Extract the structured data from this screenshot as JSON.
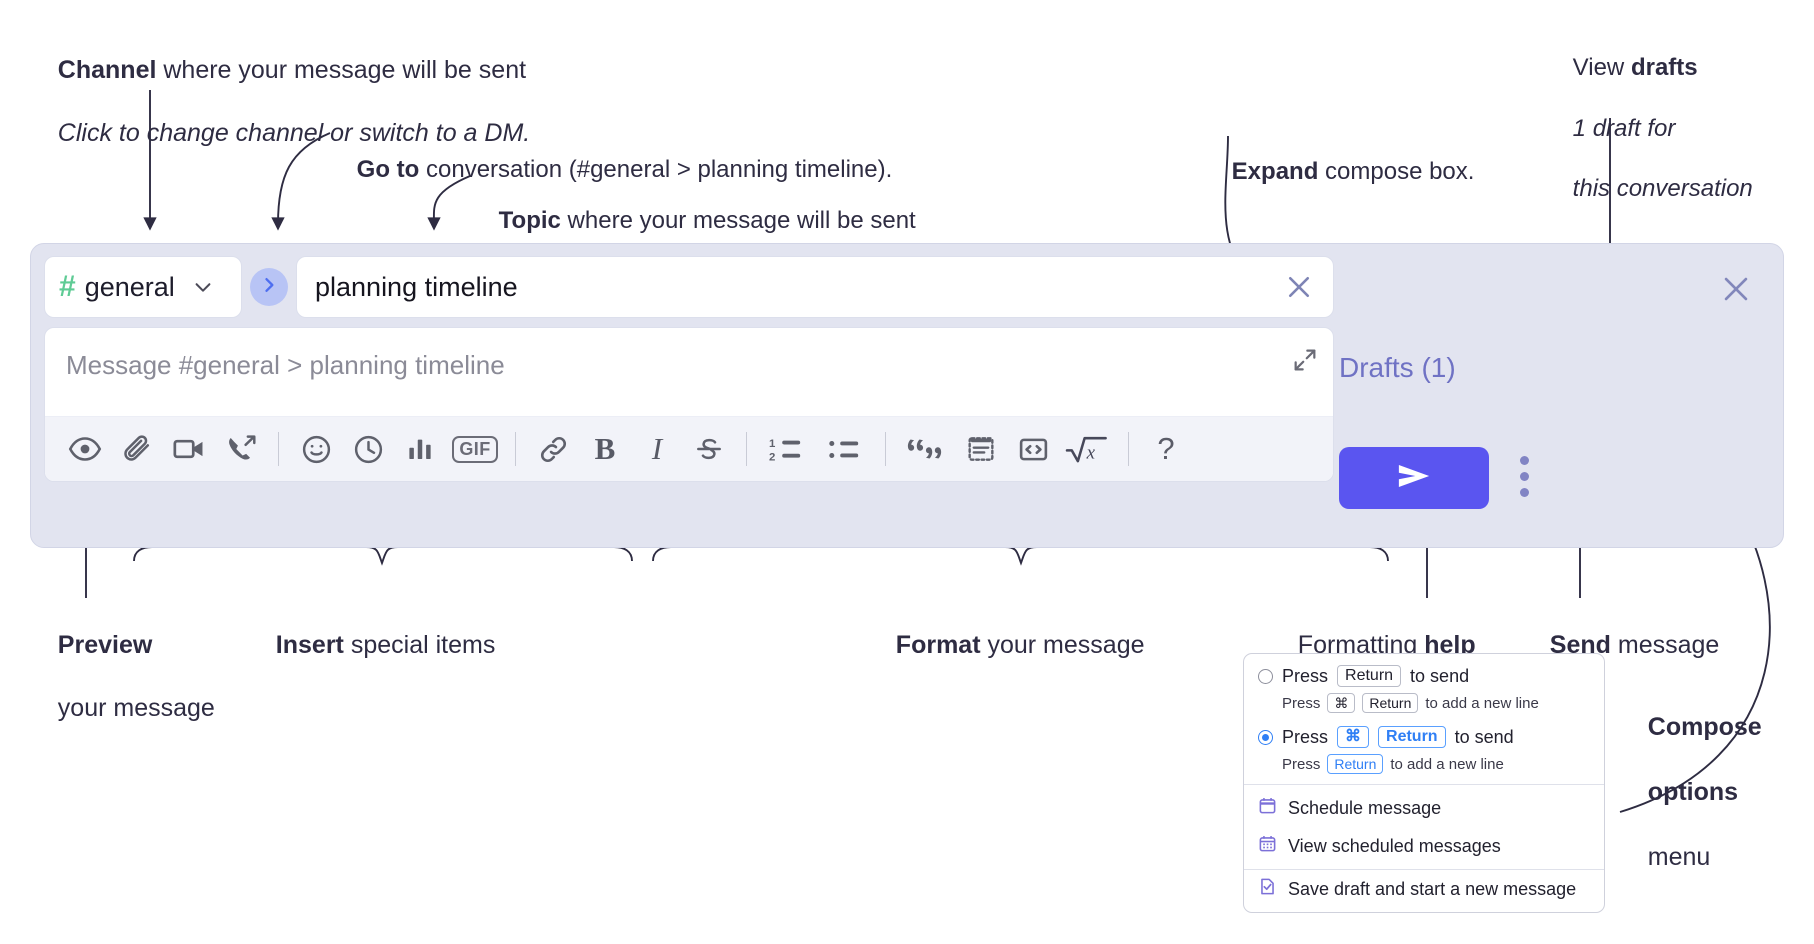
{
  "annotations": {
    "channel": {
      "bold": "Channel",
      "rest": " where your message will be sent",
      "italic": "Click to change channel or switch to a DM."
    },
    "goto": {
      "bold": "Go to",
      "rest": " conversation (#general > planning timeline)."
    },
    "topic": {
      "bold": "Topic",
      "rest": " where your message will be sent"
    },
    "expand": {
      "bold": "Expand",
      "rest": " compose box."
    },
    "drafts": {
      "pre": "View ",
      "bold": "drafts",
      "italic1": "1 draft for",
      "italic2": "this conversation"
    },
    "preview": {
      "bold": "Preview",
      "line2": "your message"
    },
    "insert": {
      "bold": "Insert",
      "rest": " special items"
    },
    "format": {
      "bold": "Format",
      "rest": " your message"
    },
    "help": {
      "pre": "Formatting ",
      "bold": "help"
    },
    "send": {
      "bold": "Send",
      "rest": " message"
    },
    "compose_options": {
      "bold1": "Compose",
      "bold2": "options",
      "rest": "menu"
    }
  },
  "composer": {
    "channel": {
      "hash": "#",
      "name": "general",
      "caret_icon": "chevron-down-icon"
    },
    "goto_button": {
      "icon": "chevron-right-icon"
    },
    "topic": {
      "value": "planning timeline",
      "close_icon": "close-icon"
    },
    "message": {
      "placeholder": "Message #general > planning timeline",
      "expand_icon": "expand-icon"
    },
    "toolbar": [
      {
        "name": "preview-icon",
        "label": "Preview"
      },
      {
        "name": "attachment-icon",
        "label": "Attach file"
      },
      {
        "name": "video-icon",
        "label": "Video clip"
      },
      {
        "name": "audio-call-icon",
        "label": "Audio clip"
      },
      {
        "name": "separator",
        "label": ""
      },
      {
        "name": "emoji-icon",
        "label": "Emoji"
      },
      {
        "name": "clock-icon",
        "label": "Reminder"
      },
      {
        "name": "poll-icon",
        "label": "Poll"
      },
      {
        "name": "gif-icon",
        "label": "GIF"
      },
      {
        "name": "separator",
        "label": ""
      },
      {
        "name": "link-icon",
        "label": "Link"
      },
      {
        "name": "bold-icon",
        "label": "B"
      },
      {
        "name": "italic-icon",
        "label": "I"
      },
      {
        "name": "strikethrough-icon",
        "label": "Strikethrough"
      },
      {
        "name": "separator",
        "label": ""
      },
      {
        "name": "ordered-list-icon",
        "label": "Ordered list"
      },
      {
        "name": "bulleted-list-icon",
        "label": "Bulleted list"
      },
      {
        "name": "separator",
        "label": ""
      },
      {
        "name": "blockquote-icon",
        "label": "Blockquote"
      },
      {
        "name": "code-block-icon",
        "label": "Code block"
      },
      {
        "name": "code-icon",
        "label": "Code"
      },
      {
        "name": "math-icon",
        "label": "Math"
      },
      {
        "name": "separator",
        "label": ""
      },
      {
        "name": "help-icon",
        "label": "?"
      }
    ],
    "panel_close_icon": "close-icon",
    "drafts_label": "Drafts (1)",
    "send_button": {
      "icon": "send-icon"
    },
    "options_button": {
      "icon": "kebab-menu-icon"
    }
  },
  "menu": {
    "option1": {
      "selected": false,
      "press": "Press",
      "key": "Return",
      "action": "to send",
      "sub_press": "Press",
      "sub_key1": "⌘",
      "sub_key2": "Return",
      "sub_action": "to add a new line"
    },
    "option2": {
      "selected": true,
      "press": "Press",
      "key1": "⌘",
      "key2": "Return",
      "action": "to send",
      "sub_press": "Press",
      "sub_key": "Return",
      "sub_action": "to add a new line"
    },
    "items": [
      {
        "icon": "calendar-schedule-icon",
        "label": "Schedule message"
      },
      {
        "icon": "calendar-grid-icon",
        "label": "View scheduled messages"
      },
      {
        "icon": "save-draft-icon",
        "label": "Save draft and start a new message"
      }
    ]
  },
  "colors": {
    "panel_bg": "#e2e4f0",
    "accent_send": "#5a55f0",
    "drafts_text": "#6f72c4",
    "hash_green": "#5fcb95",
    "goto_bg": "#b8c4f5",
    "key_blue": "#2f7ff5"
  }
}
